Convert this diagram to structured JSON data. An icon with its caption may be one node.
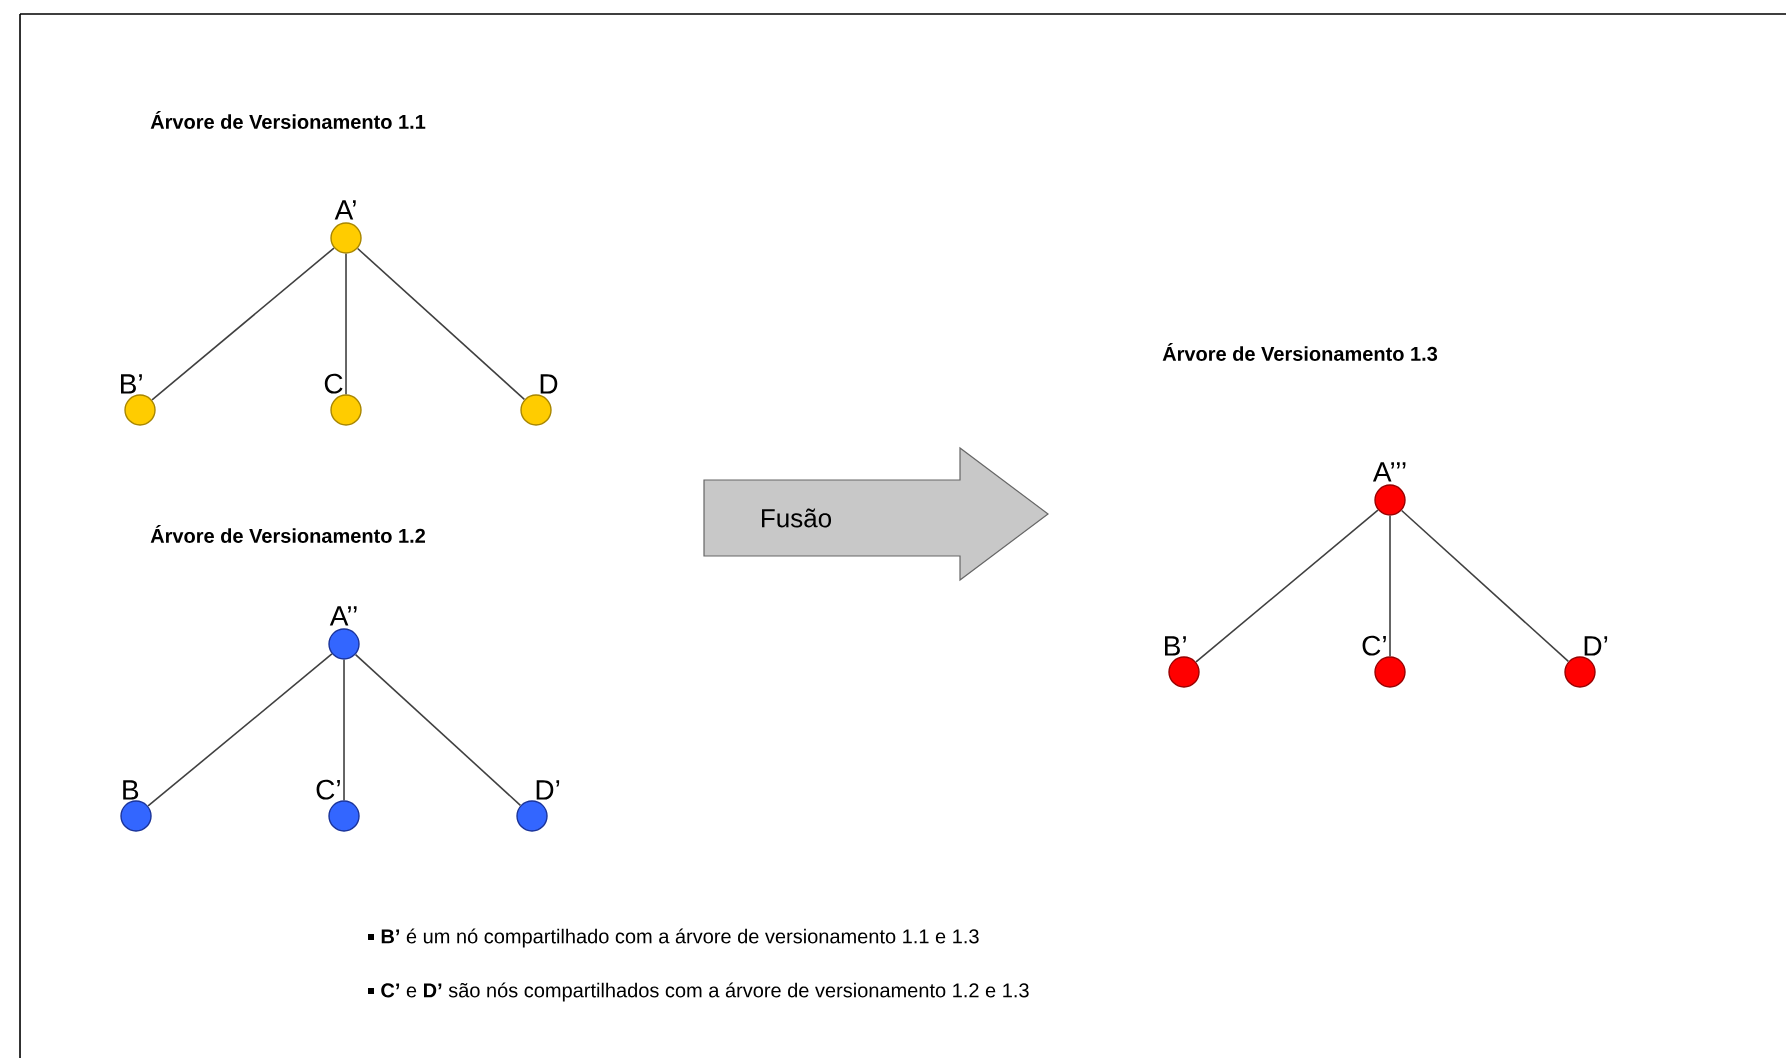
{
  "diagram": {
    "nodes": [
      {
        "text": [],
        "shape": "circle",
        "beside": [
          "A’"
        ]
      },
      {
        "text": [],
        "shape": "circle",
        "beside": [
          "B’"
        ]
      },
      {
        "text": [],
        "shape": "circle",
        "beside": [
          "C"
        ]
      },
      {
        "text": [],
        "shape": "circle",
        "beside": [
          "D"
        ]
      },
      {
        "text": [],
        "shape": "circle",
        "beside": [
          "A’’"
        ]
      },
      {
        "text": [],
        "shape": "circle",
        "beside": [
          "B"
        ]
      },
      {
        "text": [],
        "shape": "circle",
        "beside": [
          "C’"
        ]
      },
      {
        "text": [],
        "shape": "circle",
        "beside": [
          "D’"
        ]
      },
      {
        "text": [
          "Fusão"
        ]
      },
      {
        "text": [],
        "shape": "circle",
        "beside": [
          "A’’’"
        ]
      },
      {
        "text": [],
        "shape": "circle",
        "beside": [
          "B’"
        ]
      },
      {
        "text": [],
        "shape": "circle",
        "beside": [
          "C’"
        ]
      },
      {
        "text": [],
        "shape": "circle",
        "beside": [
          "D’"
        ]
      }
    ],
    "edges": [
      {
        "from": 0,
        "to": 1,
        "arrow": "none"
      },
      {
        "from": 0,
        "to": 2,
        "arrow": "none"
      },
      {
        "from": 0,
        "to": 3,
        "arrow": "none"
      },
      {
        "from": 4,
        "to": 5,
        "arrow": "none"
      },
      {
        "from": 4,
        "to": 6,
        "arrow": "none"
      },
      {
        "from": 4,
        "to": 7,
        "arrow": "none"
      },
      {
        "from": 9,
        "to": 10,
        "arrow": "none"
      },
      {
        "from": 9,
        "to": 11,
        "arrow": "none"
      },
      {
        "from": 9,
        "to": 12,
        "arrow": "none"
      }
    ],
    "labels": [
      "Árvore de Versionamento 1.1",
      "Árvore de Versionamento 1.2",
      "Árvore de Versionamento 1.3",
      "**B’** é um nó compartilhado com a  árvore de versionamento 1.1 e 1.3",
      "**C’** e **D’** são nós compartilhados com a árvore de versionamento 1.2 e 1.3"
    ]
  }
}
